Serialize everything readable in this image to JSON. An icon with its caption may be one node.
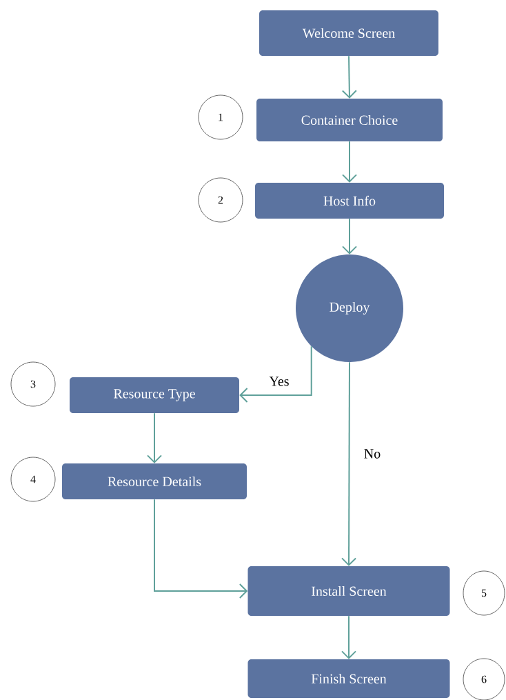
{
  "diagram": {
    "nodes": [
      {
        "text": [
          "Welcome Screen"
        ]
      },
      {
        "text": [
          "1"
        ]
      },
      {
        "text": [
          "Container Choice"
        ]
      },
      {
        "text": [
          "2"
        ]
      },
      {
        "text": [
          "Host Info"
        ]
      },
      {
        "text": [
          "Deploy"
        ]
      },
      {
        "text": [
          "3"
        ]
      },
      {
        "text": [
          "Resource Type"
        ]
      },
      {
        "text": [
          "4"
        ]
      },
      {
        "text": [
          "Resource Details"
        ]
      },
      {
        "text": [
          "Install Screen"
        ]
      },
      {
        "text": [
          "5"
        ]
      },
      {
        "text": [
          "Finish Screen"
        ]
      },
      {
        "text": [
          "6"
        ]
      }
    ],
    "edges": [
      {
        "from": 0,
        "to": 2,
        "arrow": "to"
      },
      {
        "from": 2,
        "to": 4,
        "arrow": "to"
      },
      {
        "from": 4,
        "to": 5,
        "arrow": "to"
      },
      {
        "from": 5,
        "to": 7,
        "arrow": "to",
        "label": "Yes"
      },
      {
        "from": 5,
        "to": 10,
        "arrow": "to",
        "label": "No"
      },
      {
        "from": 7,
        "to": 9,
        "arrow": "to"
      },
      {
        "from": 9,
        "to": 10,
        "arrow": "to"
      },
      {
        "from": 10,
        "to": 12,
        "arrow": "to"
      }
    ]
  }
}
